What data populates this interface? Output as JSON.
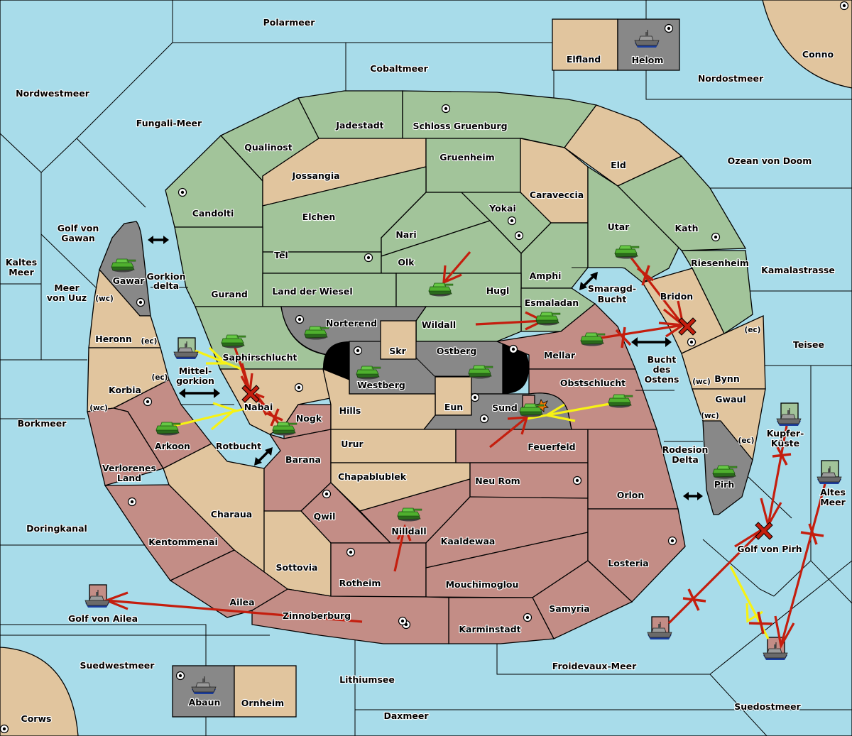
{
  "map_title": "Diplomacy variant map - Order resolution",
  "colors": {
    "sea": "#a8dcea",
    "green_power": "#a2c49a",
    "tan_neutral": "#e1c59e",
    "red_power": "#c38d86",
    "grey_power": "#888888",
    "order_move": "#c41e0e",
    "order_support": "#f7f214"
  },
  "seas": [
    "Polarmeer",
    "Cobaltmeer",
    "Nordwestmeer",
    "Fungali-Meer",
    "Nordostmeer",
    "Ozean von Doom",
    "Golf von Gawan",
    "Kaltes Meer",
    "Meer von Uuz",
    "Gorkion delta",
    "Mittel-gorkion",
    "Rotbucht",
    "Smaragd-Bucht",
    "Bucht des Ostens",
    "Kamalastrasse",
    "Teisee",
    "Kupfer-Küste",
    "Altes Meer",
    "Rodesion Delta",
    "Golf von Pirh",
    "Borkmeer",
    "Doringkanal",
    "Golf von Ailea",
    "Suedwestmeer",
    "Lithiumsee",
    "Daxmeer",
    "Froidevaux-Meer",
    "Suedostmeer"
  ],
  "territories": {
    "green": [
      "Qualinost",
      "Jadestadt",
      "Schloss Gruenburg",
      "Gruenheim",
      "Candolti",
      "Elchen",
      "Yokai",
      "Nari",
      "Tel",
      "Olk",
      "Amphi",
      "Gurand",
      "Land der Wiesel",
      "Hugl",
      "Esmaladan",
      "Wildall",
      "Saphirschlucht",
      "Utar",
      "Kath",
      "Riesenheim"
    ],
    "tan": [
      "Elfland",
      "Conno",
      "Jossangia",
      "Caraveccia",
      "Eld",
      "Heronn",
      "Korbia",
      "Skr",
      "Eun",
      "Hills",
      "Urur",
      "Chapablublek",
      "Charaua",
      "Sottovia",
      "Bridon",
      "Bynn",
      "Gwaul",
      "Nabai",
      "Corws",
      "Ornheim"
    ],
    "red": [
      "Arkoon",
      "Verlorenes Land",
      "Kentommenai",
      "Ailea",
      "Zinnoberburg",
      "Nogk",
      "Barana",
      "Qwil",
      "Nilldall",
      "Rotheim",
      "Mellar",
      "Obstschlucht",
      "Feuerfeld",
      "Neu Rom",
      "Orlon",
      "Kaaldewaa",
      "Mouchimoglou",
      "Losteria",
      "Samyria",
      "Karminstadt"
    ],
    "grey": [
      "Helom",
      "Gawar",
      "Norterend",
      "Westberg",
      "Ostberg",
      "Sund",
      "Pirh",
      "Abaun"
    ]
  },
  "labels": {
    "polarmeer": "Polarmeer",
    "cobaltmeer": "Cobaltmeer",
    "nordwestmeer": "Nordwestmeer",
    "fungali": "Fungali-Meer",
    "elfland": "Elfland",
    "helom": "Helom",
    "conno": "Conno",
    "nordostmeer": "Nordostmeer",
    "ozean": "Ozean von Doom",
    "jadestadt": "Jadestadt",
    "schloss": "Schloss Gruenburg",
    "qualinost": "Qualinost",
    "gruenheim": "Gruenheim",
    "jossangia": "Jossangia",
    "eld": "Eld",
    "caraveccia": "Caraveccia",
    "candolti": "Candolti",
    "elchen": "Elchen",
    "yokai": "Yokai",
    "nari": "Nari",
    "tel": "Tel",
    "olk": "Olk",
    "utar": "Utar",
    "kath": "Kath",
    "golf_gawan_1": "Golf von",
    "golf_gawan_2": "Gawan",
    "kaltes_1": "Kaltes",
    "kaltes_2": "Meer",
    "uuz_1": "Meer",
    "uuz_2": "von Uuz",
    "gawar": "Gawar",
    "gorkion_1": "Gorkion",
    "gorkion_2": "delta",
    "gurand": "Gurand",
    "wiesel": "Land der Wiesel",
    "hugl": "Hugl",
    "amphi": "Amphi",
    "esmaladan": "Esmaladan",
    "smaragd_1": "Smaragd-",
    "smaragd_2": "Bucht",
    "riesenheim": "Riesenheim",
    "kamala": "Kamalastrasse",
    "bridon": "Bridon",
    "heronn": "Heronn",
    "norterend": "Norterend",
    "wildall": "Wildall",
    "skr": "Skr",
    "ostberg": "Ostberg",
    "mellar": "Mellar",
    "teisee": "Teisee",
    "saphir": "Saphirschlucht",
    "mittel_1": "Mittel-",
    "mittel_2": "gorkion",
    "westberg": "Westberg",
    "bucht_1": "Bucht",
    "bucht_2": "des",
    "bucht_3": "Ostens",
    "bynn": "Bynn",
    "korbia": "Korbia",
    "obst": "Obstschlucht",
    "eun": "Eun",
    "sund": "Sund",
    "gwaul": "Gwaul",
    "nabai": "Nabai",
    "hills": "Hills",
    "nogk": "Nogk",
    "borkmeer": "Borkmeer",
    "kupfer_1": "Kupfer-",
    "kupfer_2": "Küste",
    "arkoon": "Arkoon",
    "rotbucht": "Rotbucht",
    "urur": "Urur",
    "feuerfeld": "Feuerfeld",
    "rodesion_1": "Rodesion",
    "rodesion_2": "Delta",
    "barana": "Barana",
    "verloren_1": "Verlorenes",
    "verloren_2": "Land",
    "chapa": "Chapablublek",
    "neurom": "Neu Rom",
    "pirh": "Pirh",
    "altes_1": "Altes",
    "altes_2": "Meer",
    "orlon": "Orlon",
    "charaua": "Charaua",
    "qwil": "Qwil",
    "doring": "Doringkanal",
    "nilldall": "Nilldall",
    "kaaldewaa": "Kaaldewaa",
    "kentommenai": "Kentommenai",
    "golf_pirh": "Golf von Pirh",
    "losteria": "Losteria",
    "sottovia": "Sottovia",
    "rotheim": "Rotheim",
    "mouchi": "Mouchimoglou",
    "ailea": "Ailea",
    "samyria": "Samyria",
    "golf_ailea": "Golf von Ailea",
    "zinnober": "Zinnoberburg",
    "karmin": "Karminstadt",
    "suedwest": "Suedwestmeer",
    "froide": "Froidevaux-Meer",
    "lithium": "Lithiumsee",
    "abaun": "Abaun",
    "ornheim": "Ornheim",
    "suedost": "Suedostmeer",
    "daxmeer": "Daxmeer",
    "corws": "Corws"
  },
  "coast_tags": {
    "wc": "(wc)",
    "ec": "(ec)"
  },
  "units": [
    {
      "type": "army",
      "power": "green",
      "location": "Gawar"
    },
    {
      "type": "army",
      "power": "green",
      "location": "Saphirschlucht"
    },
    {
      "type": "army",
      "power": "green",
      "location": "Norterend"
    },
    {
      "type": "army",
      "power": "green",
      "location": "Hugl"
    },
    {
      "type": "army",
      "power": "green",
      "location": "Esmaladan"
    },
    {
      "type": "army",
      "power": "green",
      "location": "Westberg"
    },
    {
      "type": "army",
      "power": "green",
      "location": "Ostberg"
    },
    {
      "type": "army",
      "power": "green",
      "location": "Utar"
    },
    {
      "type": "army",
      "power": "green",
      "location": "Mellar"
    },
    {
      "type": "army",
      "power": "green",
      "location": "Obstschlucht"
    },
    {
      "type": "army",
      "power": "green",
      "location": "Sund",
      "dislodged": true
    },
    {
      "type": "army",
      "power": "green",
      "location": "Arkoon"
    },
    {
      "type": "army",
      "power": "green",
      "location": "Nogk"
    },
    {
      "type": "army",
      "power": "green",
      "location": "Nilldall"
    },
    {
      "type": "army",
      "power": "green",
      "location": "Pirh"
    },
    {
      "type": "fleet",
      "power": "grey",
      "location": "Helom"
    },
    {
      "type": "fleet",
      "power": "grey",
      "location": "Abaun"
    },
    {
      "type": "fleet",
      "power": "green",
      "location": "Mittel-gorkion"
    },
    {
      "type": "fleet",
      "power": "green",
      "location": "Kupfer-Küste"
    },
    {
      "type": "fleet",
      "power": "green",
      "location": "Altes Meer"
    },
    {
      "type": "fleet",
      "power": "red",
      "location": "Golf von Ailea"
    },
    {
      "type": "fleet",
      "power": "red",
      "location": "Suedostmeer (west)"
    },
    {
      "type": "fleet",
      "power": "red",
      "location": "Suedostmeer (east)"
    }
  ],
  "orders": [
    {
      "kind": "move",
      "from": "Saphirschlucht",
      "to": "Nabai",
      "result": "failed"
    },
    {
      "kind": "move",
      "from": "Nogk",
      "to": "Nabai",
      "result": "failed"
    },
    {
      "kind": "support",
      "from": "Mittel-gorkion",
      "target": "Nabai"
    },
    {
      "kind": "support",
      "from": "Arkoon",
      "target": "Nabai"
    },
    {
      "kind": "move",
      "from": "Utar",
      "to": "Bridon",
      "result": "failed"
    },
    {
      "kind": "move",
      "from": "Mellar",
      "to": "Bridon",
      "result": "failed"
    },
    {
      "kind": "move",
      "from": "Wildall",
      "to": "Esmaladan"
    },
    {
      "kind": "move",
      "from": "Olk",
      "to": "Hugl"
    },
    {
      "kind": "move",
      "from": "Feuerfeld",
      "to": "Sund"
    },
    {
      "kind": "support",
      "from": "Obstschlucht",
      "target": "Sund"
    },
    {
      "kind": "move",
      "from": "Rotheim",
      "to": "Nilldall"
    },
    {
      "kind": "move",
      "from": "Zinnoberburg",
      "to": "Golf von Ailea"
    },
    {
      "kind": "move",
      "from": "Kupfer-Küste",
      "to": "Golf von Pirh",
      "result": "failed"
    },
    {
      "kind": "move",
      "from": "Suedostmeer (west)",
      "to": "Golf von Pirh",
      "result": "failed"
    },
    {
      "kind": "support",
      "from": "Suedostmeer (east)",
      "target": "Golf von Pirh",
      "result": "cut"
    },
    {
      "kind": "move",
      "from": "Altes Meer",
      "to": "Suedostmeer (east)",
      "result": "failed"
    }
  ],
  "convoy_links": [
    "Golf von Gawan-Gorkion delta",
    "Mittel-gorkion",
    "Rotbucht",
    "Smaragd-Bucht",
    "Bucht des Ostens",
    "Rodesion Delta"
  ]
}
